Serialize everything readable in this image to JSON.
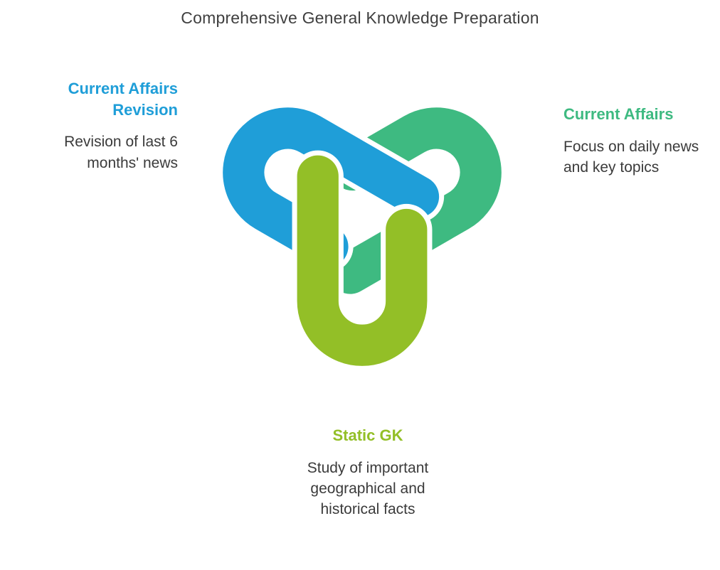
{
  "title": "Comprehensive General Knowledge Preparation",
  "nodes": [
    {
      "id": "current-affairs-revision",
      "label": "Current Affairs Revision",
      "description": "Revision of last 6 months' news",
      "color": "#1f9ed8"
    },
    {
      "id": "current-affairs",
      "label": "Current Affairs",
      "description": "Focus on daily news and key topics",
      "color": "#3eba81"
    },
    {
      "id": "static-gk",
      "label": "Static GK",
      "description": "Study of important geographical and historical facts",
      "color": "#93bf27"
    }
  ],
  "diagram": {
    "type": "interlocking-triple-knot",
    "background": "#ffffff",
    "text_color": "#3f3f3f"
  }
}
